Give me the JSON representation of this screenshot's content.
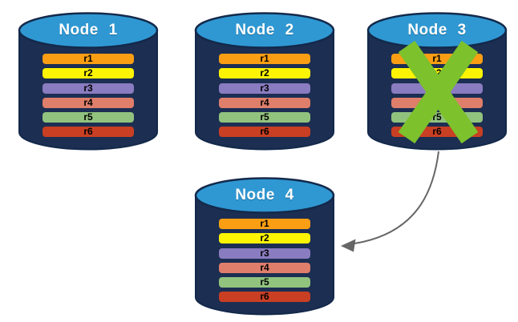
{
  "palette": {
    "background": "#ffffff",
    "cylinder_body": "#1c2e52",
    "cylinder_top": "#2f98d3",
    "cylinder_outline": "#13294b",
    "node_title_color": "#ffffff",
    "failure_x_color": "#7dc12d",
    "arrow_color": "#666666"
  },
  "nodes": [
    {
      "id": "node-1",
      "title": "Node 1",
      "replicas": [
        {
          "label": "r1",
          "color": "#fb9e13"
        },
        {
          "label": "r2",
          "color": "#fdf403"
        },
        {
          "label": "r3",
          "color": "#8a7cc0"
        },
        {
          "label": "r4",
          "color": "#df7e6a"
        },
        {
          "label": "r5",
          "color": "#92c37e"
        },
        {
          "label": "r6",
          "color": "#c83f23"
        }
      ]
    },
    {
      "id": "node-2",
      "title": "Node 2",
      "replicas": [
        {
          "label": "r1",
          "color": "#fb9e13"
        },
        {
          "label": "r2",
          "color": "#fdf403"
        },
        {
          "label": "r3",
          "color": "#8a7cc0"
        },
        {
          "label": "r4",
          "color": "#df7e6a"
        },
        {
          "label": "r5",
          "color": "#92c37e"
        },
        {
          "label": "r6",
          "color": "#c83f23"
        }
      ]
    },
    {
      "id": "node-3",
      "title": "Node 3",
      "failed": true,
      "replicas": [
        {
          "label": "r1",
          "color": "#fb9e13"
        },
        {
          "label": "r2",
          "color": "#fdf403"
        },
        {
          "label": "r3",
          "color": "#8a7cc0"
        },
        {
          "label": "r4",
          "color": "#df7e6a"
        },
        {
          "label": "r5",
          "color": "#92c37e"
        },
        {
          "label": "r6",
          "color": "#c83f23"
        }
      ]
    },
    {
      "id": "node-4",
      "title": "Node 4",
      "replicas": [
        {
          "label": "r1",
          "color": "#fb9e13"
        },
        {
          "label": "r2",
          "color": "#fdf403"
        },
        {
          "label": "r3",
          "color": "#8a7cc0"
        },
        {
          "label": "r4",
          "color": "#df7e6a"
        },
        {
          "label": "r5",
          "color": "#92c37e"
        },
        {
          "label": "r6",
          "color": "#c83f23"
        }
      ]
    }
  ],
  "annotations": {
    "failed_node": "Node 3",
    "arrow_from": "Node 3",
    "arrow_to": "Node 4"
  }
}
